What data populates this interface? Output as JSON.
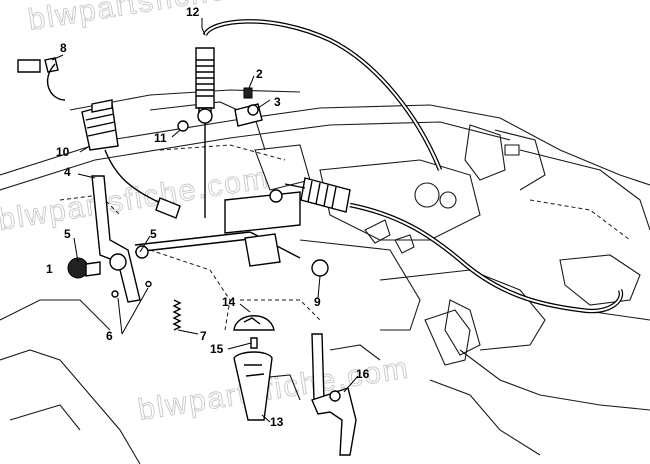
{
  "watermark": [
    "blwpartsfiche.com",
    "blwpartsfiche.com",
    "blwpartsfiche.com"
  ],
  "callouts": [
    {
      "id": "p1",
      "label": "1",
      "part": "knob"
    },
    {
      "id": "p2",
      "label": "2",
      "part": "screw"
    },
    {
      "id": "p3",
      "label": "3",
      "part": "cable-end-bracket"
    },
    {
      "id": "p4",
      "label": "4",
      "part": "lever-bracket"
    },
    {
      "id": "p5a",
      "label": "5",
      "part": "bushing"
    },
    {
      "id": "p5b",
      "label": "5",
      "part": "bushing"
    },
    {
      "id": "p6",
      "label": "6",
      "part": "washer"
    },
    {
      "id": "p7",
      "label": "7",
      "part": "spring"
    },
    {
      "id": "p8",
      "label": "8",
      "part": "connector"
    },
    {
      "id": "p9",
      "label": "9",
      "part": "bushing-roller"
    },
    {
      "id": "p10",
      "label": "10",
      "part": "pedal-pad"
    },
    {
      "id": "p11",
      "label": "11",
      "part": "washer"
    },
    {
      "id": "p12",
      "label": "12",
      "part": "throttle-cable"
    },
    {
      "id": "p13",
      "label": "13",
      "part": "boot"
    },
    {
      "id": "p14",
      "label": "14",
      "part": "knob"
    },
    {
      "id": "p15",
      "label": "15",
      "part": "screw"
    },
    {
      "id": "p16",
      "label": "16",
      "part": "lever"
    }
  ]
}
